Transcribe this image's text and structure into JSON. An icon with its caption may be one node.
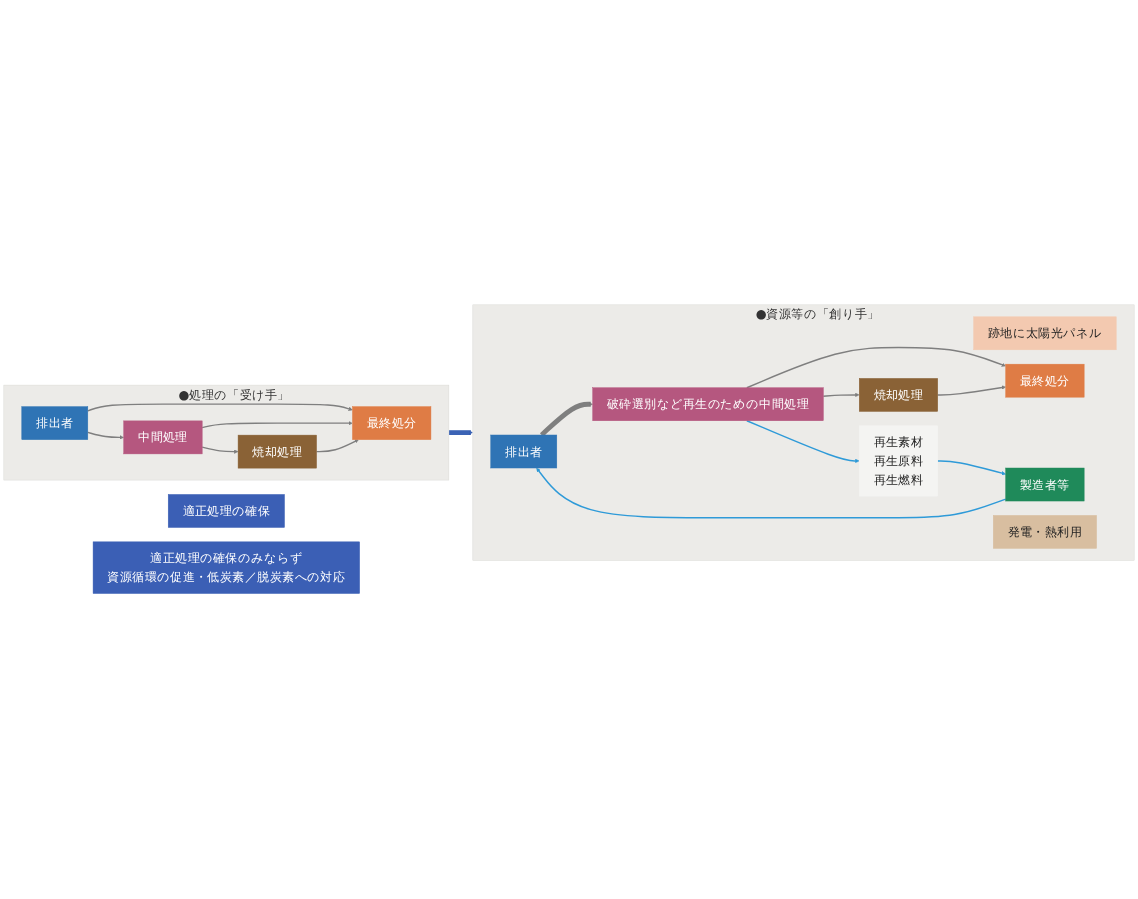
{
  "diagram": {
    "nodes": [
      {
        "text": [
          "●処理の「受け手」"
        ]
      },
      {
        "text": [
          "排出者"
        ],
        "in": 0
      },
      {
        "text": [
          "中間処理"
        ],
        "in": 0
      },
      {
        "text": [
          "最終処分"
        ],
        "in": 0
      },
      {
        "text": [
          "焼却処理"
        ],
        "in": 0
      },
      {
        "text": [
          "適正処理の確保"
        ]
      },
      {
        "text": [
          "●資源等の「創り手」"
        ]
      },
      {
        "text": [
          "排出者"
        ],
        "in": 6
      },
      {
        "text": [
          "破砕選別など再生のための中間処理"
        ],
        "in": 6
      },
      {
        "text": [
          "最終処分"
        ],
        "in": 6
      },
      {
        "text": [
          "焼却処理"
        ],
        "in": 6
      },
      {
        "text": [
          "跡地に太陽光パネル"
        ],
        "in": 6
      },
      {
        "text": [
          "発電・熱利用"
        ],
        "in": 6
      },
      {
        "text": [
          "再生素材",
          "再生原料",
          "再生燃料"
        ],
        "in": 6
      },
      {
        "text": [
          "製造者等"
        ],
        "in": 6
      },
      {
        "text": [
          "適正処理の確保のみならず",
          "資源循環の促進・低炭素／脱炭素への対応"
        ]
      }
    ],
    "edges": [
      {
        "from": 1,
        "to": 3,
        "arrow": "to"
      },
      {
        "from": 1,
        "to": 2,
        "arrow": "to"
      },
      {
        "from": 2,
        "to": 3,
        "arrow": "to"
      },
      {
        "from": 2,
        "to": 4,
        "arrow": "to"
      },
      {
        "from": 4,
        "to": 3,
        "arrow": "to"
      },
      {
        "from": 0,
        "to": 6,
        "arrow": "to",
        "style": "thick",
        "color": "#3b63b5"
      },
      {
        "from": 7,
        "to": 8,
        "arrow": "to",
        "style": "thick"
      },
      {
        "from": 8,
        "to": 9,
        "arrow": "to"
      },
      {
        "from": 8,
        "to": 10,
        "arrow": "to"
      },
      {
        "from": 10,
        "to": 9,
        "arrow": "to"
      },
      {
        "from": 8,
        "to": 13,
        "arrow": "to",
        "color": "#2e9ad8"
      },
      {
        "from": 13,
        "to": 14,
        "arrow": "to",
        "color": "#2e9ad8"
      },
      {
        "from": 14,
        "to": 7,
        "arrow": "to",
        "color": "#2e9ad8"
      }
    ]
  }
}
